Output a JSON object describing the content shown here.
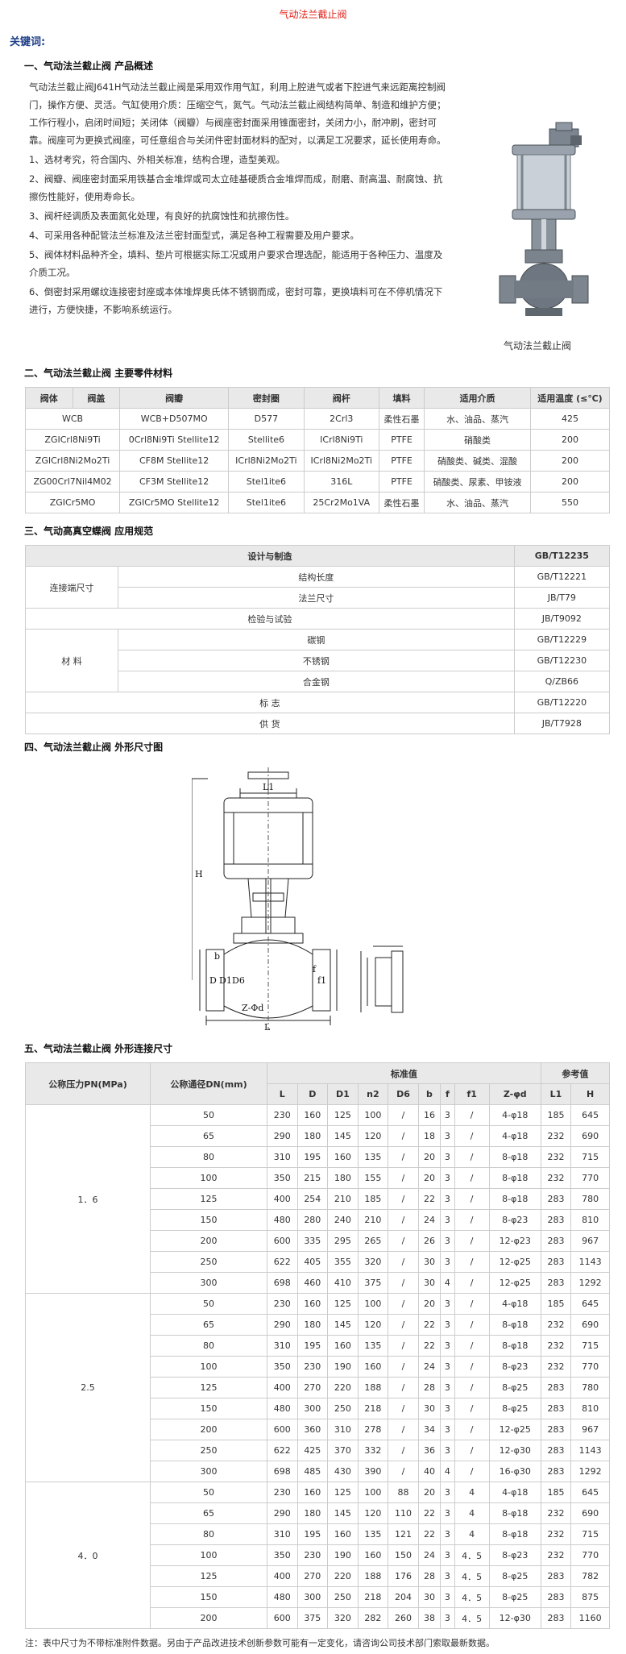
{
  "page_title": "气动法兰截止阀",
  "keywords_label": "关键词:",
  "section1": {
    "heading": "一、气动法兰截止阀 产品概述",
    "paragraphs": [
      "气动法兰截止阀J641H气动法兰截止阀是采用双作用气缸，利用上腔进气或者下腔进气来远距离控制阀门，操作方便、灵活。气缸使用介质：压缩空气，氮气。气动法兰截止阀结构简单、制造和维护方便；工作行程小，启闭时间短；关闭体（阀瓣）与阀座密封面采用锥面密封，关闭力小，耐冲刷，密封可靠。阀座可为更换式阀座，可任意组合与关闭件密封面材料的配对，以满足工况要求，延长使用寿命。",
      "1、选材考究，符合国内、外相关标准，结构合理，造型美观。",
      "2、阀瓣、阀座密封面采用铁基合金堆焊或司太立硅基硬质合金堆焊而成，耐磨、耐高温、耐腐蚀、抗擦伤性能好，使用寿命长。",
      "3、阀杆经调质及表面氮化处理，有良好的抗腐蚀性和抗擦伤性。",
      "4、可采用各种配管法兰标准及法兰密封面型式，满足各种工程需要及用户要求。",
      "5、阀体材料品种齐全，填料、垫片可根据实际工况或用户要求合理选配，能适用于各种压力、温度及介质工况。",
      "6、倒密封采用螺纹连接密封座或本体堆焊奥氏体不锈钢而成，密封可靠，更换填料可在不停机情况下进行，方便快捷，不影响系统运行。"
    ],
    "photo_caption": "气动法兰截止阀"
  },
  "section2": {
    "heading": "二、气动法兰截止阀 主要零件材料",
    "headers": [
      "阀体",
      "阀盖",
      "阀瓣",
      "密封圈",
      "阀杆",
      "填料",
      "适用介质",
      "适用温度 (≤℃)"
    ],
    "rows": [
      [
        "WCB",
        "WCB+D507MO",
        "D577",
        "2Crl3",
        "柔性石墨",
        "水、油品、蒸汽",
        "425"
      ],
      [
        "ZGICrl8Ni9Ti",
        "0Crl8Ni9Ti Stellite12",
        "Stellite6",
        "ICrl8Ni9Ti",
        "PTFE",
        "硝酸类",
        "200"
      ],
      [
        "ZGICrl8Ni2Mo2Ti",
        "CF8M Stellite12",
        "ICrl8Ni2Mo2Ti",
        "ICrl8Ni2Mo2Ti",
        "PTFE",
        "硝酸类、碱类、混酸",
        "200"
      ],
      [
        "ZG00Crl7Nil4M02",
        "CF3M Stellite12",
        "Stel1ite6",
        "316L",
        "PTFE",
        "硝酸类、尿素、甲铵液",
        "200"
      ],
      [
        "ZGICr5MO",
        "ZGICr5MO Stellite12",
        "Stel1ite6",
        "25Cr2Mo1VA",
        "柔性石墨",
        "水、油品、蒸汽",
        "550"
      ]
    ]
  },
  "section3": {
    "heading": "三、气动高真空蝶阀 应用规范",
    "header_left": "设计与制造",
    "header_right": "GB/T12235",
    "conn_group": "连接端尺寸",
    "conn_items": [
      {
        "label": "结构长度",
        "value": "GB/T12221"
      },
      {
        "label": "法兰尺寸",
        "value": "JB/T79"
      }
    ],
    "inspection": {
      "label": "检验与试验",
      "value": "JB/T9092"
    },
    "material_group": "材 料",
    "material_items": [
      {
        "label": "碳钢",
        "value": "GB/T12229"
      },
      {
        "label": "不锈钢",
        "value": "GB/T12230"
      },
      {
        "label": "合金钢",
        "value": "Q/ZB66"
      }
    ],
    "marking": {
      "label": "标 志",
      "value": "GB/T12220"
    },
    "supply": {
      "label": "供 货",
      "value": "JB/T7928"
    }
  },
  "section4": {
    "heading": "四、气动法兰截止阀 外形尺寸图",
    "labels": {
      "L1": "L1",
      "H": "H",
      "D": "D",
      "D1": "D1",
      "D6": "D6",
      "b": "b",
      "f": "f",
      "f1": "f1",
      "Z": "Z-Φd",
      "L": "L"
    }
  },
  "section5": {
    "heading": "五、气动法兰截止阀 外形连接尺寸",
    "col_pn": "公称压力PN(MPa)",
    "col_dn": "公称通径DN(mm)",
    "std_group": "标准值",
    "ref_group": "参考值",
    "std_cols": [
      "L",
      "D",
      "D1",
      "n2",
      "D6",
      "b",
      "f",
      "f1",
      "Z-φd"
    ],
    "ref_cols": [
      "L1",
      "H"
    ],
    "groups": [
      {
        "pn": "1．6",
        "rows": [
          [
            "50",
            "230",
            "160",
            "125",
            "100",
            "/",
            "16",
            "3",
            "/",
            "4-φ18",
            "185",
            "645"
          ],
          [
            "65",
            "290",
            "180",
            "145",
            "120",
            "/",
            "18",
            "3",
            "/",
            "4-φ18",
            "232",
            "690"
          ],
          [
            "80",
            "310",
            "195",
            "160",
            "135",
            "/",
            "20",
            "3",
            "/",
            "8-φ18",
            "232",
            "715"
          ],
          [
            "100",
            "350",
            "215",
            "180",
            "155",
            "/",
            "20",
            "3",
            "/",
            "8-φ18",
            "232",
            "770"
          ],
          [
            "125",
            "400",
            "254",
            "210",
            "185",
            "/",
            "22",
            "3",
            "/",
            "8-φ18",
            "283",
            "780"
          ],
          [
            "150",
            "480",
            "280",
            "240",
            "210",
            "/",
            "24",
            "3",
            "/",
            "8-φ23",
            "283",
            "810"
          ],
          [
            "200",
            "600",
            "335",
            "295",
            "265",
            "/",
            "26",
            "3",
            "/",
            "12-φ23",
            "283",
            "967"
          ],
          [
            "250",
            "622",
            "405",
            "355",
            "320",
            "/",
            "30",
            "3",
            "/",
            "12-φ25",
            "283",
            "1143"
          ],
          [
            "300",
            "698",
            "460",
            "410",
            "375",
            "/",
            "30",
            "4",
            "/",
            "12-φ25",
            "283",
            "1292"
          ]
        ]
      },
      {
        "pn": "2.5",
        "rows": [
          [
            "50",
            "230",
            "160",
            "125",
            "100",
            "/",
            "20",
            "3",
            "/",
            "4-φ18",
            "185",
            "645"
          ],
          [
            "65",
            "290",
            "180",
            "145",
            "120",
            "/",
            "22",
            "3",
            "/",
            "8-φ18",
            "232",
            "690"
          ],
          [
            "80",
            "310",
            "195",
            "160",
            "135",
            "/",
            "22",
            "3",
            "/",
            "8-φ18",
            "232",
            "715"
          ],
          [
            "100",
            "350",
            "230",
            "190",
            "160",
            "/",
            "24",
            "3",
            "/",
            "8-φ23",
            "232",
            "770"
          ],
          [
            "125",
            "400",
            "270",
            "220",
            "188",
            "/",
            "28",
            "3",
            "/",
            "8-φ25",
            "283",
            "780"
          ],
          [
            "150",
            "480",
            "300",
            "250",
            "218",
            "/",
            "30",
            "3",
            "/",
            "8-φ25",
            "283",
            "810"
          ],
          [
            "200",
            "600",
            "360",
            "310",
            "278",
            "/",
            "34",
            "3",
            "/",
            "12-φ25",
            "283",
            "967"
          ],
          [
            "250",
            "622",
            "425",
            "370",
            "332",
            "/",
            "36",
            "3",
            "/",
            "12-φ30",
            "283",
            "1143"
          ],
          [
            "300",
            "698",
            "485",
            "430",
            "390",
            "/",
            "40",
            "4",
            "/",
            "16-φ30",
            "283",
            "1292"
          ]
        ]
      },
      {
        "pn": "4．0",
        "rows": [
          [
            "50",
            "230",
            "160",
            "125",
            "100",
            "88",
            "20",
            "3",
            "4",
            "4-φ18",
            "185",
            "645"
          ],
          [
            "65",
            "290",
            "180",
            "145",
            "120",
            "110",
            "22",
            "3",
            "4",
            "8-φ18",
            "232",
            "690"
          ],
          [
            "80",
            "310",
            "195",
            "160",
            "135",
            "121",
            "22",
            "3",
            "4",
            "8-φ18",
            "232",
            "715"
          ],
          [
            "100",
            "350",
            "230",
            "190",
            "160",
            "150",
            "24",
            "3",
            "4．5",
            "8-φ23",
            "232",
            "770"
          ],
          [
            "125",
            "400",
            "270",
            "220",
            "188",
            "176",
            "28",
            "3",
            "4．5",
            "8-φ25",
            "283",
            "782"
          ],
          [
            "150",
            "480",
            "300",
            "250",
            "218",
            "204",
            "30",
            "3",
            "4．5",
            "8-φ25",
            "283",
            "875"
          ],
          [
            "200",
            "600",
            "375",
            "320",
            "282",
            "260",
            "38",
            "3",
            "4．5",
            "12-φ30",
            "283",
            "1160"
          ]
        ]
      }
    ],
    "note": "注：表中尺寸为不带标准附件数据。另由于产品改进技术创新参数可能有一定变化，请咨询公司技术部门索取最新数据。"
  }
}
